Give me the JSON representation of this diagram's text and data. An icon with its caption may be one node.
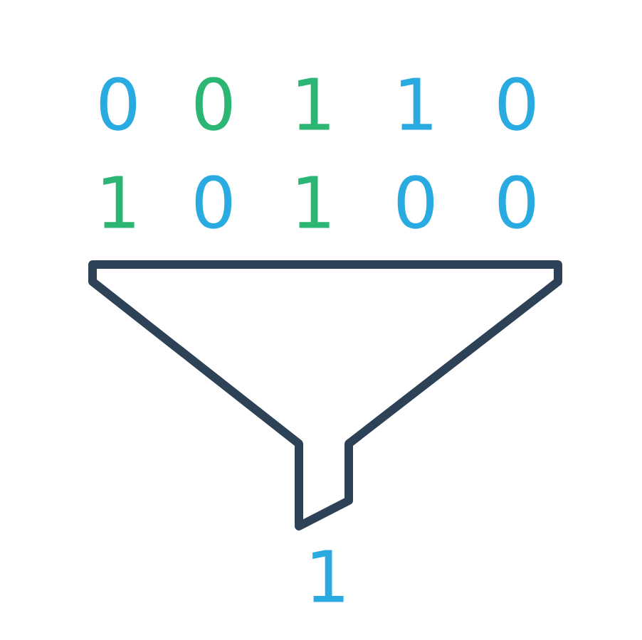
{
  "diagram": {
    "labels": [
      "0",
      "0",
      "1",
      "1",
      "0",
      "1",
      "0",
      "1",
      "0",
      "0",
      "1"
    ]
  }
}
